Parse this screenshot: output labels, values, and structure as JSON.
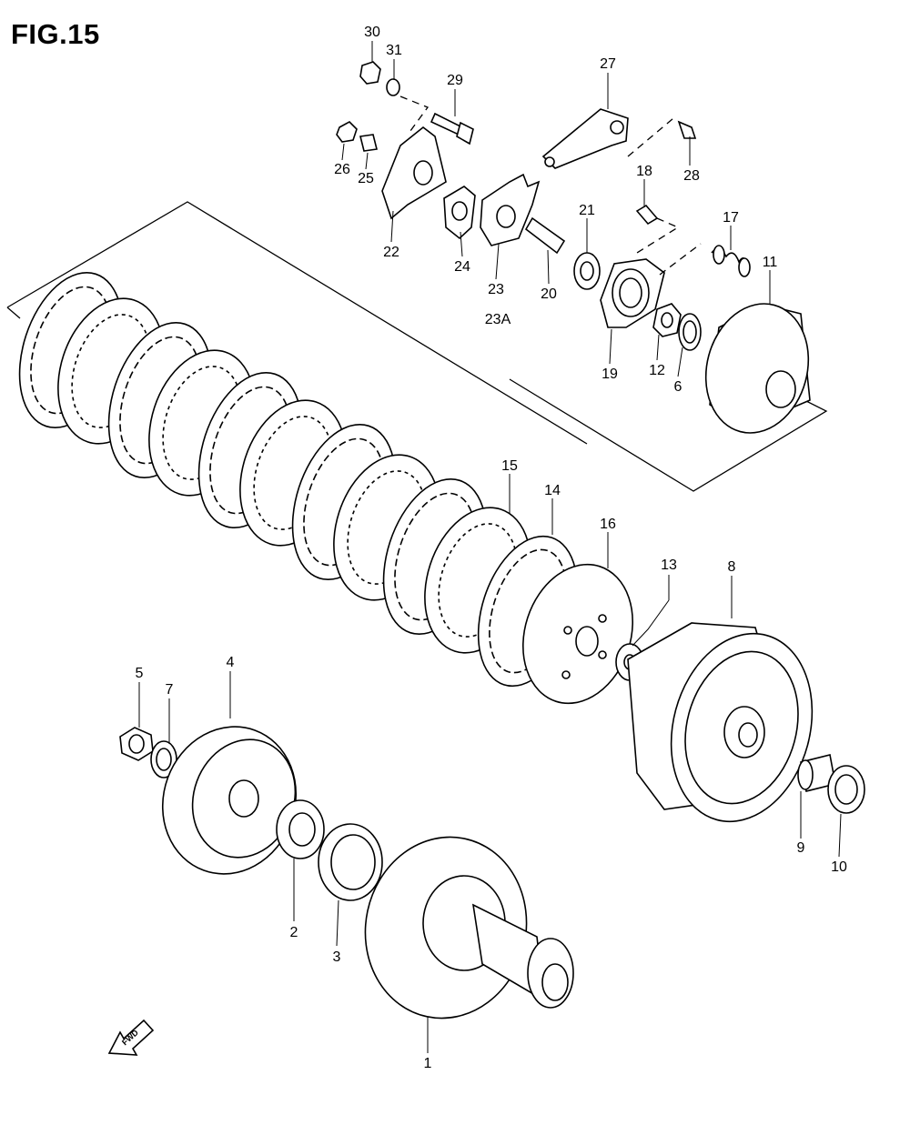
{
  "figure": {
    "title": "FIG.15",
    "fwd_label": "FWD"
  },
  "callouts": [
    "30",
    "31",
    "29",
    "27",
    "26",
    "25",
    "18",
    "28",
    "22",
    "24",
    "23",
    "23A",
    "20",
    "21",
    "17",
    "11",
    "19",
    "12",
    "6",
    "15",
    "14",
    "16",
    "13",
    "8",
    "5",
    "7",
    "4",
    "9",
    "10",
    "2",
    "3",
    "1"
  ]
}
